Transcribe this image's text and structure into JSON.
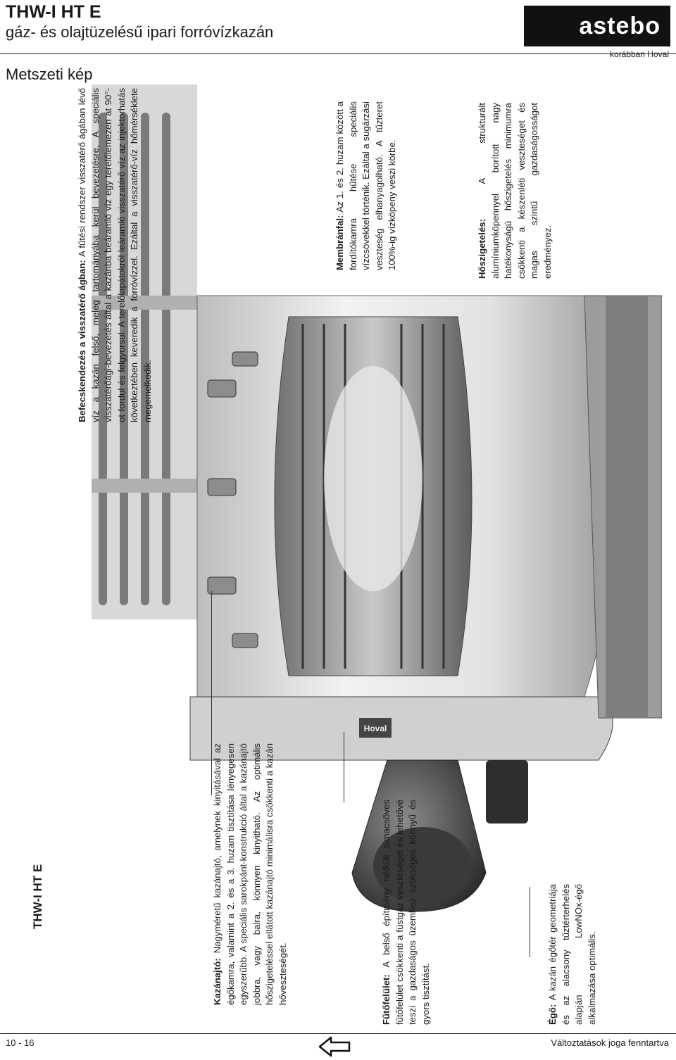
{
  "header": {
    "title": "THW-I HT E",
    "subtitle": "gáz- és olajtüzelésű ipari forróvízkazán",
    "section": "Metszeti kép"
  },
  "brand": {
    "logo": "astebo",
    "tagline": "korábban Hoval"
  },
  "side_label": "THW-I HT E",
  "annotations": {
    "befecskendezes": {
      "heading": "Befecskendezés a visszatérő ágban:",
      "body": "A fűtési rendszer visszatérő ágában lévő víz a kazán felső, meleg tartományába kerül bevezetésre. A speciális visszatérőági-bevezetés által a kazánba beáramló víz egy terelőlemezen át 90°-ot fordul és felgyorsul. A terelőlapátokról leáramló visszatérő víz az injektorhatás következtében keveredik a forróvízzel. Ezáltal a visszatérő-víz hőmérséklete megemelkedik."
    },
    "membranfal": {
      "heading": "Membránfal:",
      "body": "Az 1. és 2. huzam között a fordítókamra hűtése speciális vízcsövekkel történik. Ezáltal a sugárzási veszteség elhanyagolható. A tűzteret 100%-ig vízköpeny veszi körbe."
    },
    "hoszigeteles": {
      "heading": "Hőszigetelés:",
      "body": "A strukturált alumíniumköpennyel borított nagy hatékonyságú hőszigetelés minimumra csökkenti a készenléti veszteséget és magas szintű gazdaságosságot eredményez."
    },
    "kazanajto": {
      "heading": "Kazánajtó:",
      "body": "Nagyméretű kazánajtó, amelynek kinyitásával az égőkamra, valamint a 2. és a 3. huzam tisztítása lényegesen egyszerűbb. A speciális sarokpánt-konstrukció által a kazánajtó jobbra, vagy balra, könnyen kinyitható. Az optimális hőszigeteléssel ellátott kazánajtó minimálisra csökkenti a kazán hőveszteségét."
    },
    "futofelulet": {
      "heading": "Fűtőfelület:",
      "body": "A belső építmény nélküli simacsöves fűtőfelület csökkenti a füstgáz veszteséget és lehetővé teszi a gazdaságos üzemhez szükséges könnyű és gyors tisztítást."
    },
    "ego": {
      "heading": "Égő:",
      "body": "A kazán égőtér geometriája és az alacsony tűztérterhelés alapján LowNOx-égő alkalmazása optimális."
    }
  },
  "door_badge": "Hoval",
  "footer": {
    "page": "10 - 16",
    "rights": "Változtatások joga fenntartva"
  }
}
